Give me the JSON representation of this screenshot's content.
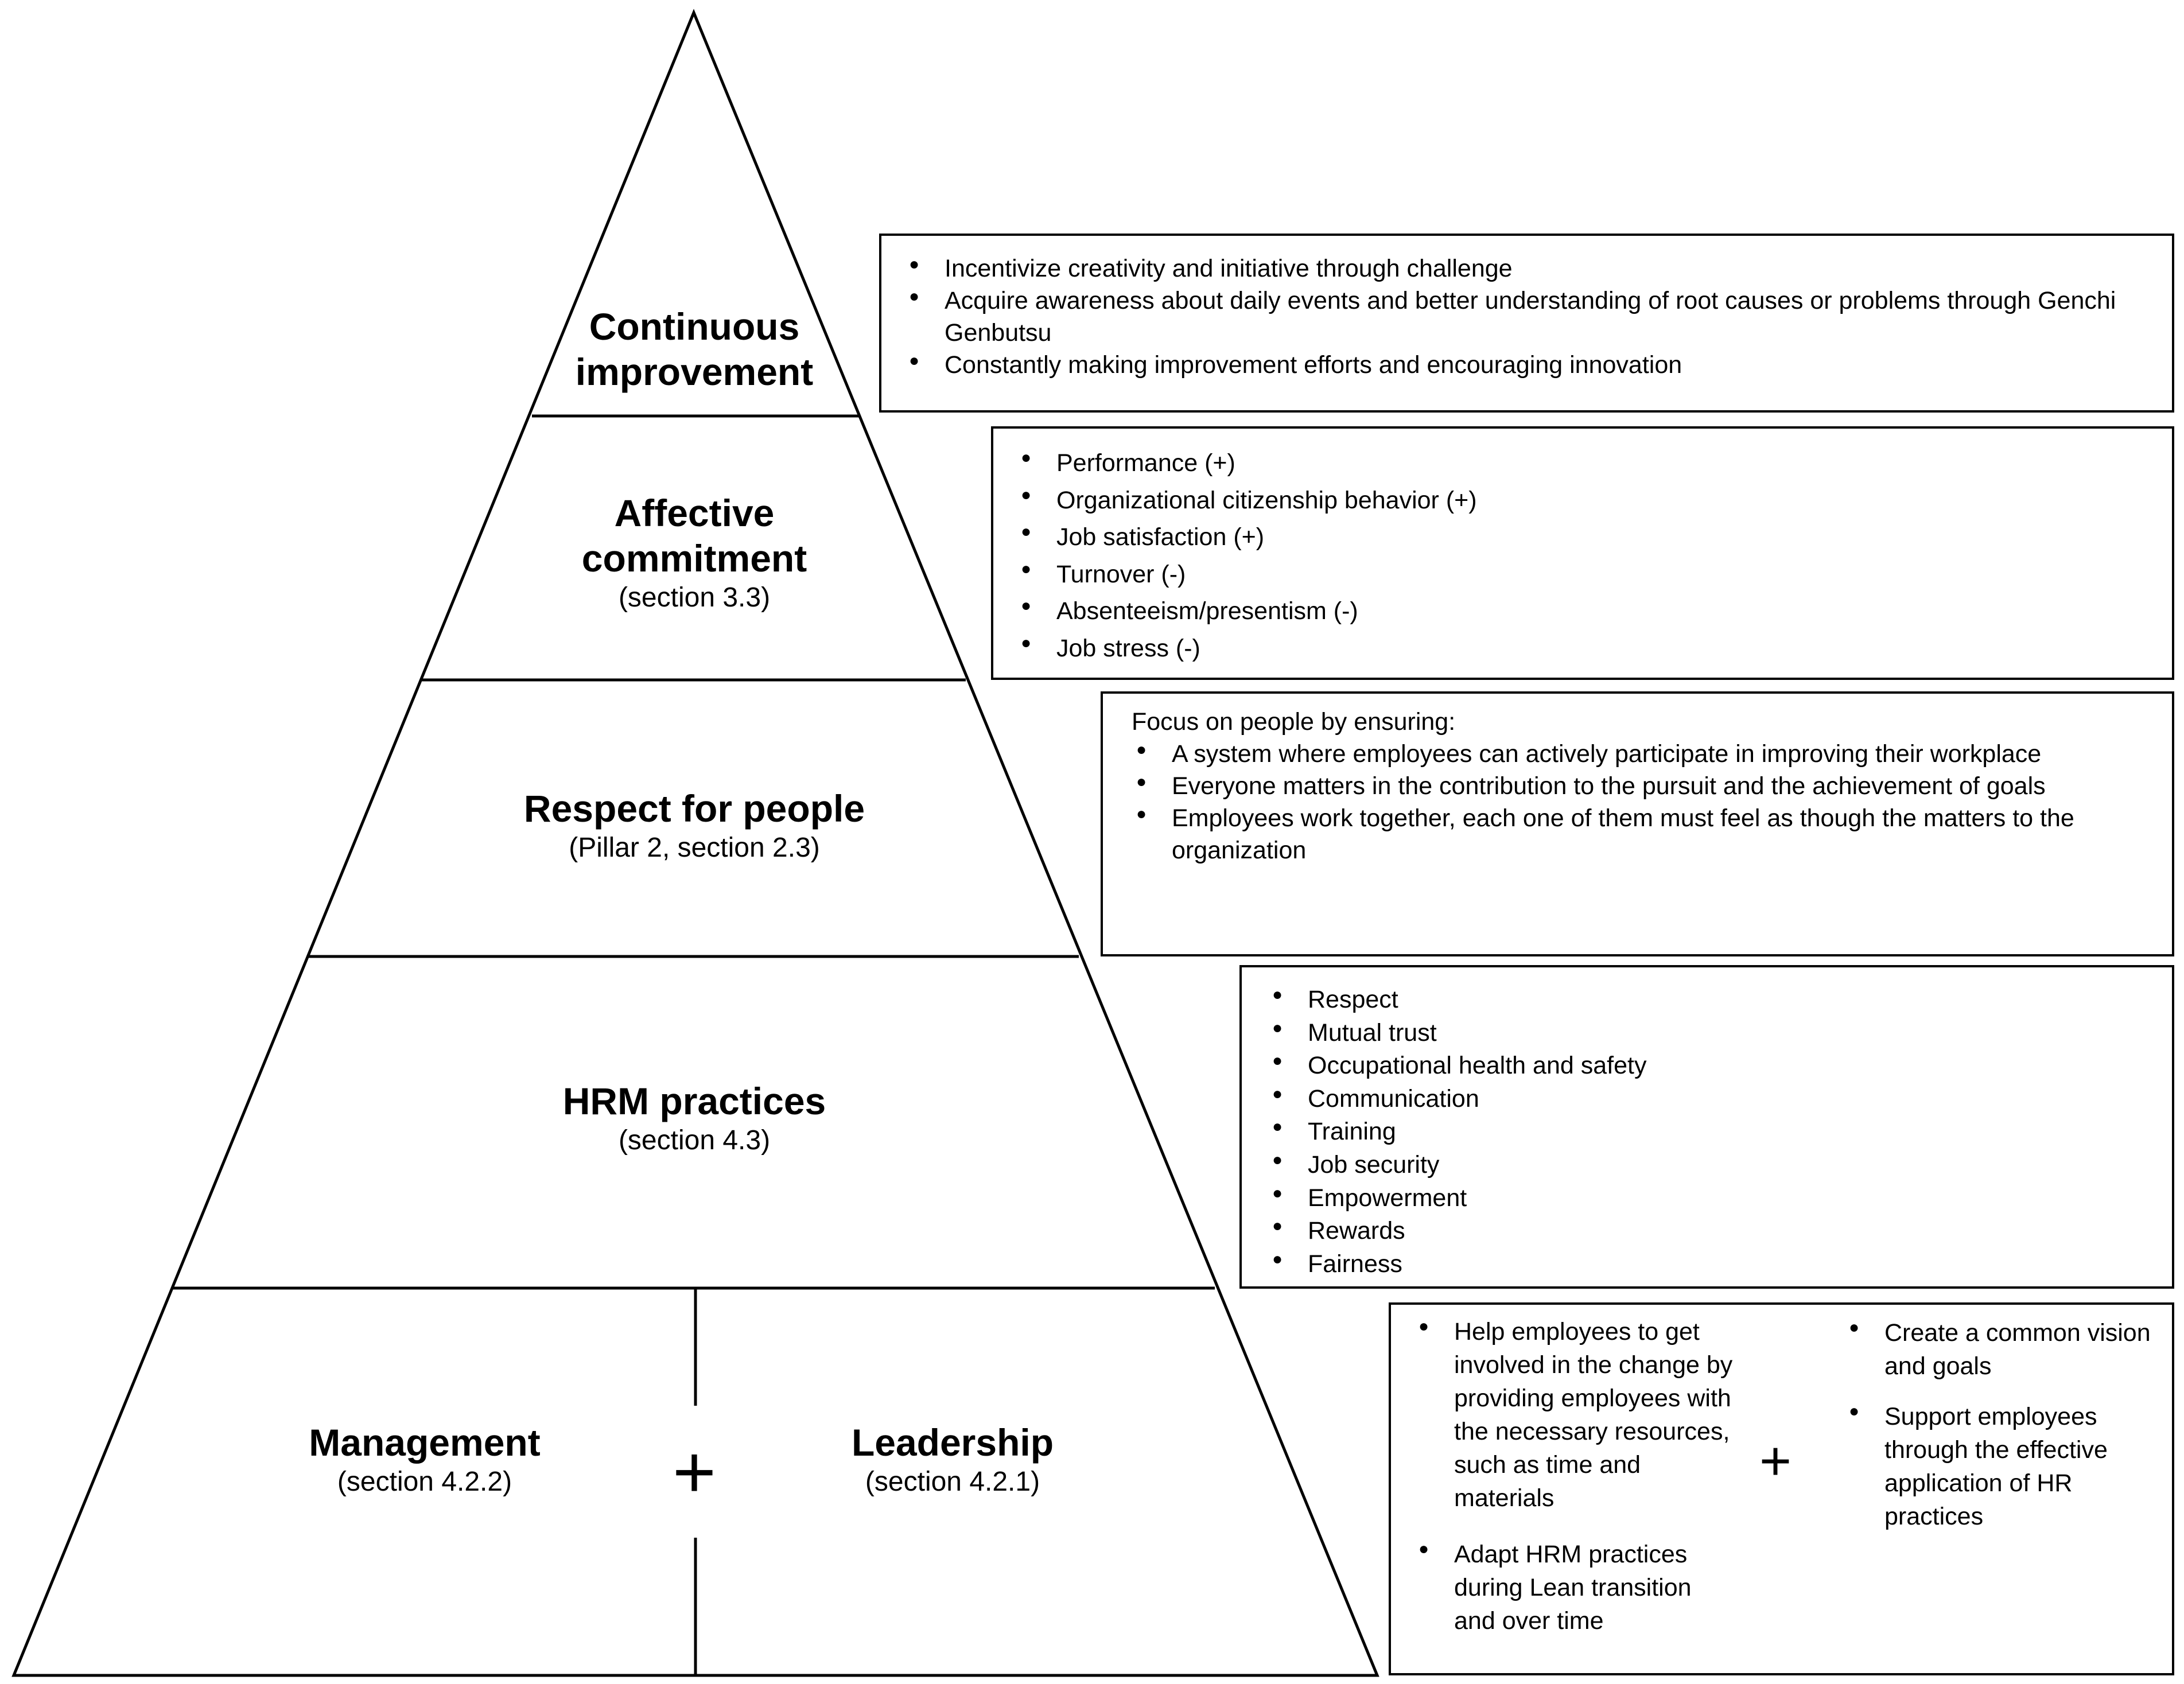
{
  "levels": {
    "continuous_improvement": {
      "title_line1": "Continuous",
      "title_line2": "improvement"
    },
    "affective_commitment": {
      "title_line1": "Affective",
      "title_line2": "commitment",
      "subtitle": "(section 3.3)"
    },
    "respect_for_people": {
      "title": "Respect for people",
      "subtitle": "(Pillar 2, section 2.3)"
    },
    "hrm_practices": {
      "title": "HRM practices",
      "subtitle": "(section 4.3)"
    },
    "management": {
      "title": "Management",
      "subtitle": "(section 4.2.2)"
    },
    "leadership": {
      "title": "Leadership",
      "subtitle": "(section 4.2.1)"
    },
    "plus_symbol": "+"
  },
  "boxes": {
    "continuous_improvement": {
      "items": [
        "Incentivize creativity and initiative through challenge",
        "Acquire awareness about daily events and better understanding of root causes or problems through Genchi Genbutsu",
        "Constantly making improvement efforts and encouraging innovation"
      ]
    },
    "affective_commitment": {
      "items": [
        "Performance (+)",
        "Organizational citizenship behavior (+)",
        "Job satisfaction (+)",
        "Turnover (-)",
        "Absenteeism/presentism (-)",
        "Job stress (-)"
      ]
    },
    "respect_for_people": {
      "intro": "Focus on people by ensuring:",
      "items": [
        "A system where employees can actively participate in improving their workplace",
        "Everyone matters in the contribution to the pursuit and the achievement of goals",
        "Employees work together, each one of them must feel as though the matters to the organization"
      ]
    },
    "hrm_practices": {
      "items": [
        "Respect",
        "Mutual trust",
        "Occupational health and safety",
        "Communication",
        "Training",
        "Job security",
        "Empowerment",
        "Rewards",
        "Fairness"
      ]
    },
    "management_leadership": {
      "left_items": [
        "Help employees to get involved in the change by providing employees with the necessary resources, such as time and materials",
        "Adapt HRM practices during Lean transition and over time"
      ],
      "plus": "+",
      "right_items": [
        "Create a common vision and goals",
        "Support employees through the effective application of HR practices"
      ]
    }
  }
}
